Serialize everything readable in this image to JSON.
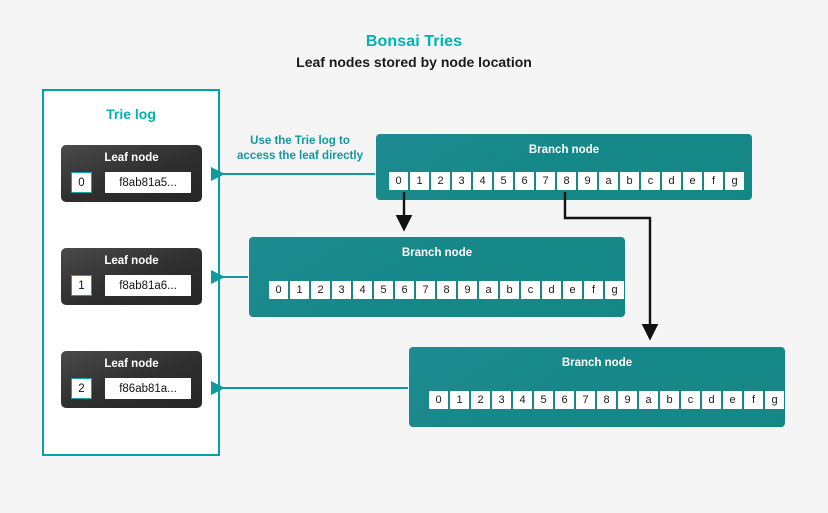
{
  "header": {
    "title": "Bonsai Tries",
    "subtitle": "Leaf nodes stored by node location",
    "title_color": "#00b2b2"
  },
  "trie_log": {
    "panel_title": "Trie log",
    "border_color": "#00a3a8",
    "leaves": [
      {
        "label": "Leaf node",
        "index": "0",
        "hash": "f8ab81a5..."
      },
      {
        "label": "Leaf node",
        "index": "1",
        "hash": "f8ab81a6..."
      },
      {
        "label": "Leaf node",
        "index": "2",
        "hash": "f86ab81a..."
      }
    ]
  },
  "annotation": {
    "line1": "Use the Trie log to",
    "line2": "access the leaf directly",
    "color": "#0f9a9e"
  },
  "branches": [
    {
      "label": "Branch node",
      "cells": [
        "0",
        "1",
        "2",
        "3",
        "4",
        "5",
        "6",
        "7",
        "8",
        "9",
        "a",
        "b",
        "c",
        "d",
        "e",
        "f",
        "g"
      ]
    },
    {
      "label": "Branch node",
      "cells": [
        "0",
        "1",
        "2",
        "3",
        "4",
        "5",
        "6",
        "7",
        "8",
        "9",
        "a",
        "b",
        "c",
        "d",
        "e",
        "f",
        "g"
      ]
    },
    {
      "label": "Branch node",
      "cells": [
        "0",
        "1",
        "2",
        "3",
        "4",
        "5",
        "6",
        "7",
        "8",
        "9",
        "a",
        "b",
        "c",
        "d",
        "e",
        "f",
        "g"
      ]
    }
  ],
  "colors": {
    "background": "#f5f5f5",
    "branch_teal": "#158a8a",
    "leaf_dark": "#2e2e2e",
    "arrow_teal": "#0f9a9e",
    "connector_black": "#111111"
  }
}
